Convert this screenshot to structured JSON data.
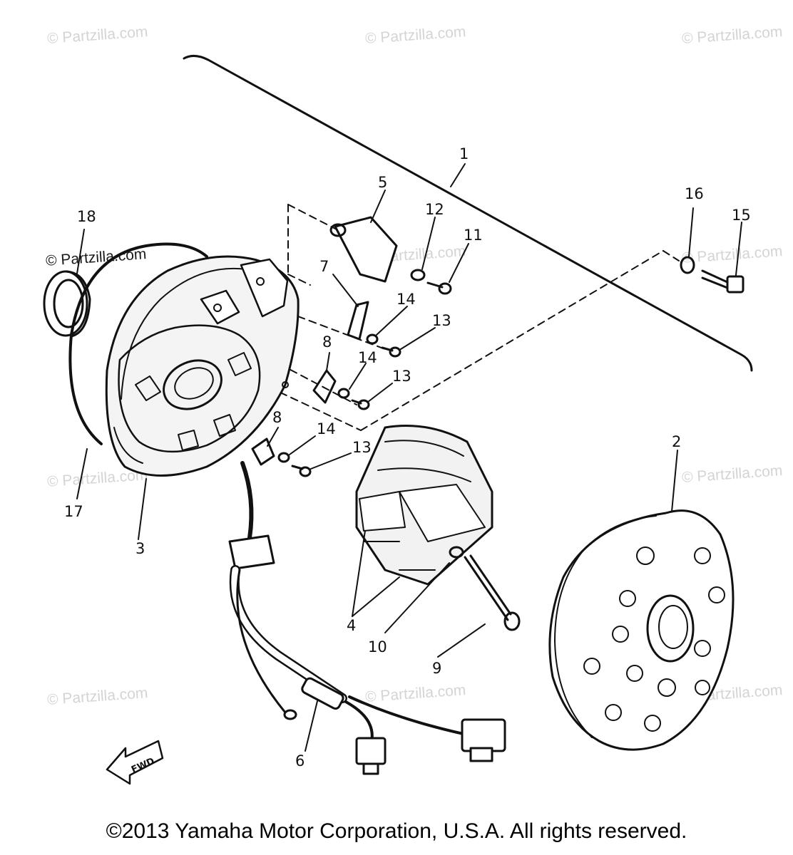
{
  "watermark": "© Partzilla.com",
  "copyright": "©2013  Yamaha Motor Corporation, U.S.A. All rights reserved.",
  "fwd_label": "FWD",
  "callouts": {
    "p1": "1",
    "p2": "2",
    "p3": "3",
    "p4": "4",
    "p5": "5",
    "p6": "6",
    "p7": "7",
    "p8a": "8",
    "p8b": "8",
    "p9": "9",
    "p10": "10",
    "p11": "11",
    "p12": "12",
    "p13a": "13",
    "p13b": "13",
    "p13c": "13",
    "p14a": "14",
    "p14b": "14",
    "p14c": "14",
    "p15": "15",
    "p16": "16",
    "p17": "17",
    "p18": "18"
  }
}
